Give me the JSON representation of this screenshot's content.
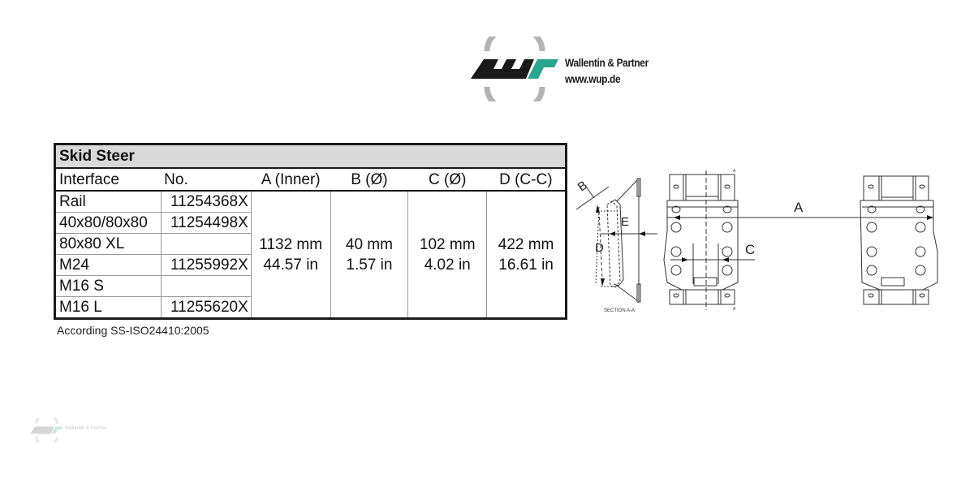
{
  "logo": {
    "company": "Wallentin & Partner",
    "url": "www.wup.de",
    "colors": {
      "black": "#1a1a1a",
      "teal": "#2aa58f",
      "ring": "#b3b3b3"
    }
  },
  "table": {
    "title": "Skid Steer",
    "headers": [
      "Interface",
      "No.",
      "A (Inner)",
      "B (Ø)",
      "C (Ø)",
      "D (C-C)"
    ],
    "rows": [
      {
        "interface": "Rail",
        "number": "11254368X"
      },
      {
        "interface": "40x80/80x80",
        "number": "11254498X"
      },
      {
        "interface": "80x80 XL",
        "number": ""
      },
      {
        "interface": "M24",
        "number": "11255992X"
      },
      {
        "interface": "M16 S",
        "number": ""
      },
      {
        "interface": "M16 L",
        "number": "11255620X"
      }
    ],
    "dimensions": {
      "A": {
        "mm": "1132 mm",
        "in": "44.57 in"
      },
      "B": {
        "mm": "40 mm",
        "in": "1.57 in"
      },
      "C": {
        "mm": "102 mm",
        "in": "4.02 in"
      },
      "D": {
        "mm": "422 mm",
        "in": "16.61 in"
      }
    },
    "header_bg": "#d9d9d9"
  },
  "footnote": "According SS-ISO24410:2005",
  "drawing": {
    "labels": {
      "A": "A",
      "B": "B",
      "C": "C",
      "D": "D",
      "E": "E",
      "section_marker": "A",
      "section": "SECTION A-A"
    }
  },
  "watermark": {
    "text": "Wallentin & Partner"
  }
}
